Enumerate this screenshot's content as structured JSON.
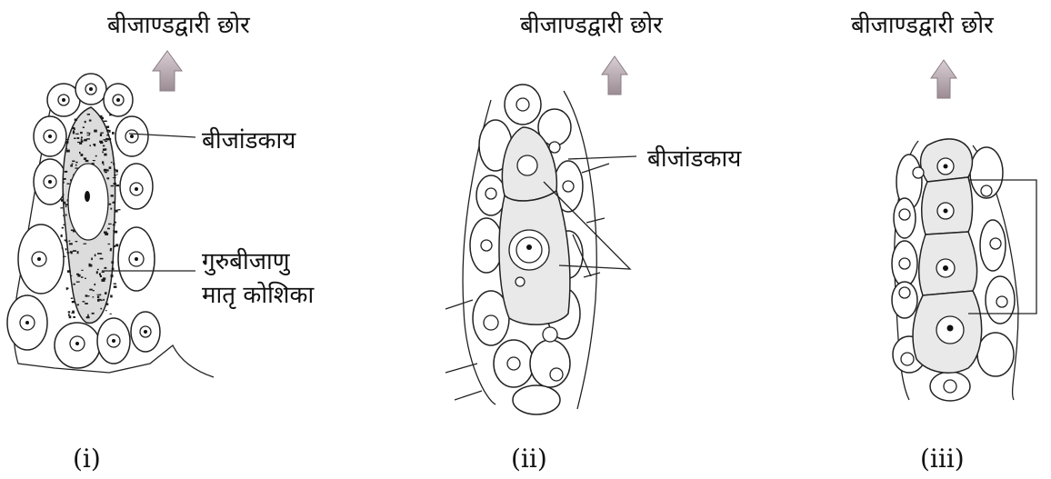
{
  "figures": [
    {
      "title": "बीजाण्डद्वारी छोर",
      "caption": "(i)",
      "labels": [
        "बीजांडकाय",
        "गुरुबीजाणु",
        "मातृ कोशिका"
      ]
    },
    {
      "title": "बीजाण्डद्वारी छोर",
      "caption": "(ii)",
      "labels": [
        "बीजांडकाय"
      ]
    },
    {
      "title": "बीजाण्डद्वारी छोर",
      "caption": "(iii)",
      "labels": []
    }
  ],
  "colors": {
    "line": "#222222",
    "shaded": "#e9e9e9",
    "arrow": "#b8a7b0"
  }
}
